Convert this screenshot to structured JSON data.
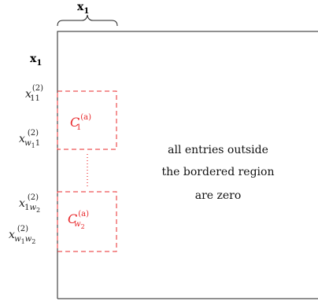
{
  "header": {
    "top_label": "x",
    "top_label_sub": "1"
  },
  "left_labels": {
    "bold_label": "x",
    "bold_label_sub": "1",
    "r11": {
      "base": "x",
      "sup": "(2)",
      "sub": "11"
    },
    "rw11": {
      "base": "x",
      "sup": "(2)",
      "sub_a": "w",
      "sub_a_sub": "1",
      "sub_b": "1"
    },
    "r1w2": {
      "base": "x",
      "sup": "(2)",
      "sub_a": "1",
      "sub_b": "w",
      "sub_b_sub": "2"
    },
    "rw1w2": {
      "base": "x",
      "sup": "(2)",
      "sub_a": "w",
      "sub_a_sub": "1",
      "sub_b": "w",
      "sub_b_sub": "2"
    }
  },
  "blocks": {
    "block1": {
      "base": "C",
      "sub": "1",
      "sup": "(a)"
    },
    "block2": {
      "base": "C",
      "sub": "w",
      "sub_sub": "2",
      "sup": "(a)"
    }
  },
  "note": {
    "line1": "all entries outside",
    "line2": "the bordered region",
    "line3": "are zero"
  },
  "colors": {
    "frame": "#222222",
    "dashed": "#e8282b",
    "text": "#111111"
  }
}
